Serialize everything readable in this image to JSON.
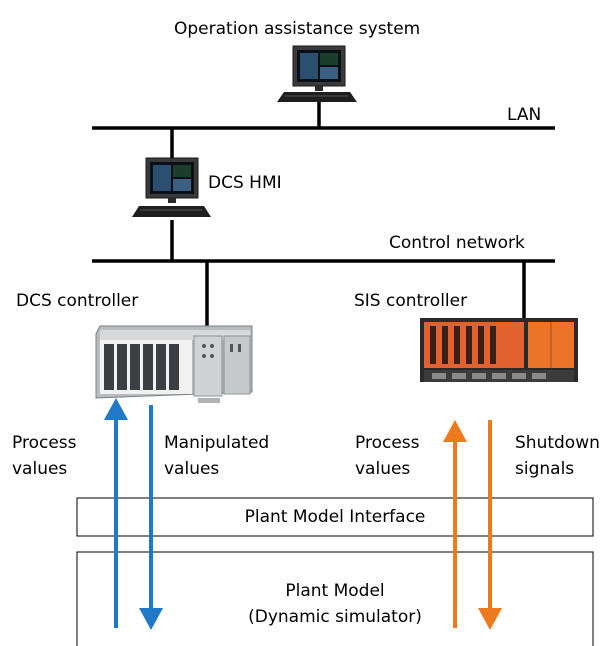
{
  "labels": {
    "operation_assistance": "Operation assistance system",
    "lan": "LAN",
    "dcs_hmi": "DCS HMI",
    "control_network": "Control network",
    "dcs_controller": "DCS controller",
    "sis_controller": "SIS controller",
    "process_values_left_1": "Process",
    "process_values_left_2": "values",
    "manipulated_1": "Manipulated",
    "manipulated_2": "values",
    "process_values_right_1": "Process",
    "process_values_right_2": "values",
    "shutdown_1": "Shutdown",
    "shutdown_2": "signals",
    "plant_model_interface": "Plant Model Interface",
    "plant_model_1": "Plant Model",
    "plant_model_2": "(Dynamic simulator)"
  },
  "colors": {
    "blue_arrow": "#1f78c8",
    "orange_arrow": "#ee7a1e",
    "dcs_controller": "#b9bcbf",
    "sis_controller": "#e2622f"
  }
}
